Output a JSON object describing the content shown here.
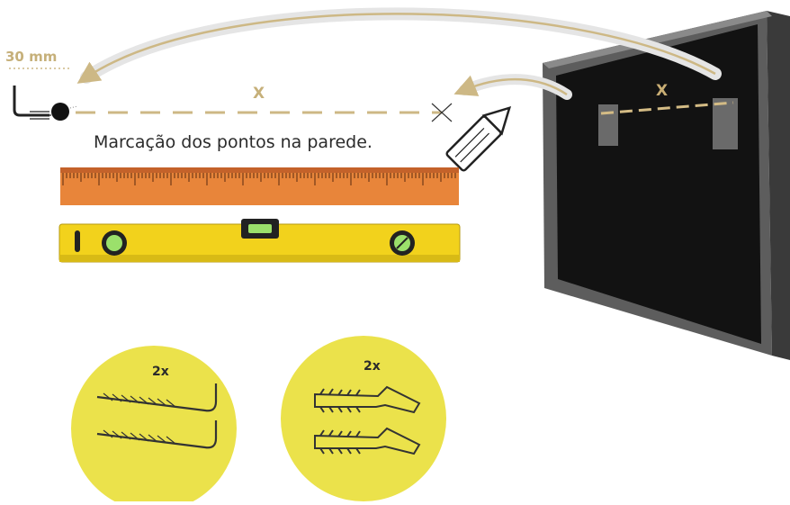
{
  "measure": {
    "distance_label": "30 mm"
  },
  "labels": {
    "x_left": "X",
    "x_frame": "X"
  },
  "caption": "Marcação dos pontos na parede.",
  "kits": [
    {
      "quantity": "2x",
      "item": "screw-hook-icon"
    },
    {
      "quantity": "2x",
      "item": "wall-plug-icon"
    }
  ],
  "colors": {
    "accent_gold": "#c6b07a",
    "ruler_orange": "#e8853a",
    "level_yellow": "#f2d21c",
    "circle_yellow": "#ebe24b",
    "frame_black": "#111111"
  }
}
